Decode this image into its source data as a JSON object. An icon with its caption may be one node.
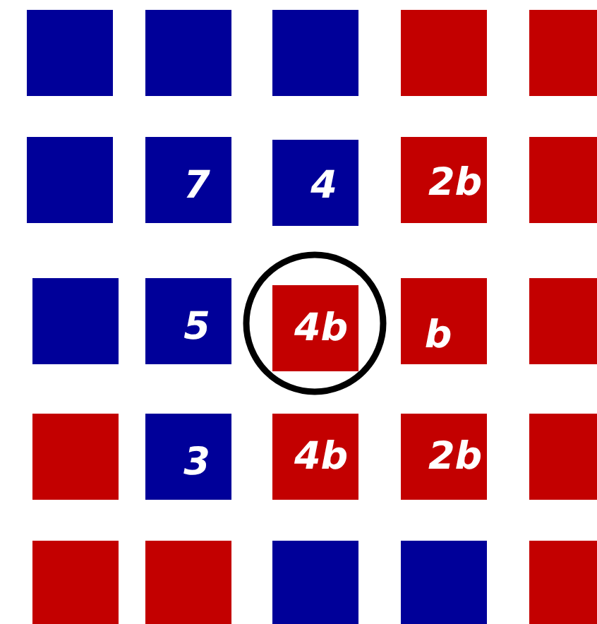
{
  "diagram": {
    "nodes": [
      {
        "text": [],
        "shape": "box"
      },
      {
        "text": [],
        "shape": "box"
      },
      {
        "text": [],
        "shape": "box"
      },
      {
        "text": [],
        "shape": "box"
      },
      {
        "text": [],
        "shape": "box"
      },
      {
        "text": [],
        "shape": "box"
      },
      {
        "text": [
          "7"
        ]
      },
      {
        "text": [
          "4"
        ]
      },
      {
        "text": [
          "2b"
        ]
      },
      {
        "text": [],
        "shape": "box"
      },
      {
        "text": [],
        "shape": "box"
      },
      {
        "text": [
          "5"
        ]
      },
      {
        "text": [],
        "shape": "circle"
      },
      {
        "text": [
          "4b"
        ],
        "in": 12
      },
      {
        "text": [
          "b"
        ]
      },
      {
        "text": [],
        "shape": "box"
      },
      {
        "text": [],
        "shape": "box"
      },
      {
        "text": [
          "3"
        ]
      },
      {
        "text": [
          "4b"
        ]
      },
      {
        "text": [
          "2b"
        ]
      },
      {
        "text": [],
        "shape": "box"
      },
      {
        "text": [],
        "shape": "box"
      },
      {
        "text": [],
        "shape": "box"
      },
      {
        "text": [],
        "shape": "box"
      },
      {
        "text": [],
        "shape": "box"
      },
      {
        "text": [],
        "shape": "box"
      }
    ]
  }
}
